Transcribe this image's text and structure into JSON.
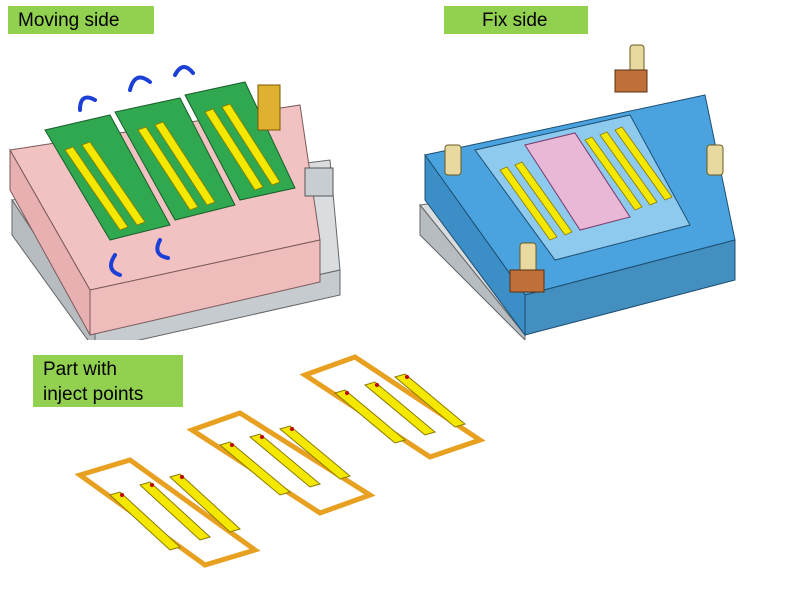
{
  "labels": {
    "moving_side": "Moving side",
    "fix_side": "Fix side",
    "part_line1": "Part with",
    "part_line2": "inject points"
  },
  "colors": {
    "label_bg": "#92d050",
    "moving_plate": "#f2c2c2",
    "fix_plate": "#4aa3df",
    "steel_grey": "#c8cdd2",
    "cavity_green": "#2fa84f",
    "part_yellow": "#f5e800",
    "runner_orange": "#e8a020",
    "hose_blue": "#1c3fd6",
    "guide_pin": "#e8d9a0"
  }
}
